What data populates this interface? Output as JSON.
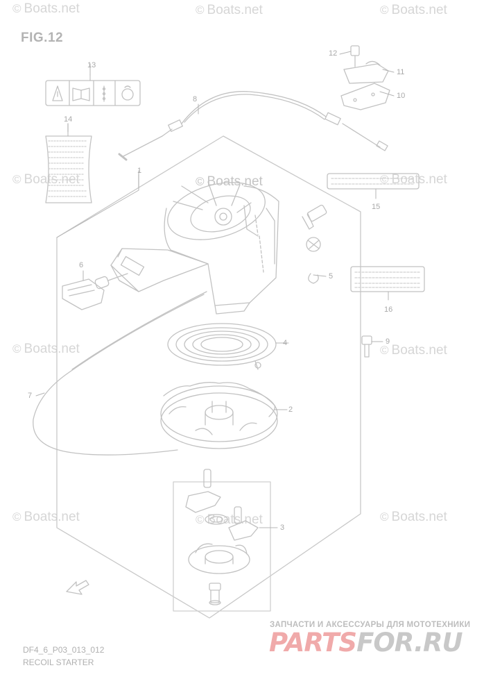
{
  "figure": {
    "title": "FIG.12"
  },
  "watermark": {
    "text": "Boats.net",
    "symbol": "©"
  },
  "footer": {
    "code": "DF4_6_P03_013_012",
    "name": "RECOIL STARTER"
  },
  "brand": {
    "tagline": "ЗАПЧАСТИ И АКСЕССУАРЫ ДЛЯ МОТОТЕХНИКИ",
    "logo_part1": "PARTS",
    "logo_part2": "FOR.RU"
  },
  "callouts": [
    {
      "id": "c1",
      "label": "1"
    },
    {
      "id": "c2",
      "label": "2"
    },
    {
      "id": "c3",
      "label": "3"
    },
    {
      "id": "c4",
      "label": "4"
    },
    {
      "id": "c5",
      "label": "5"
    },
    {
      "id": "c6",
      "label": "6"
    },
    {
      "id": "c7",
      "label": "7"
    },
    {
      "id": "c8",
      "label": "8"
    },
    {
      "id": "c9",
      "label": "9"
    },
    {
      "id": "c10",
      "label": "10"
    },
    {
      "id": "c11",
      "label": "11"
    },
    {
      "id": "c12",
      "label": "12"
    },
    {
      "id": "c13",
      "label": "13"
    },
    {
      "id": "c14",
      "label": "14"
    },
    {
      "id": "c15",
      "label": "15"
    },
    {
      "id": "c16",
      "label": "16"
    }
  ]
}
